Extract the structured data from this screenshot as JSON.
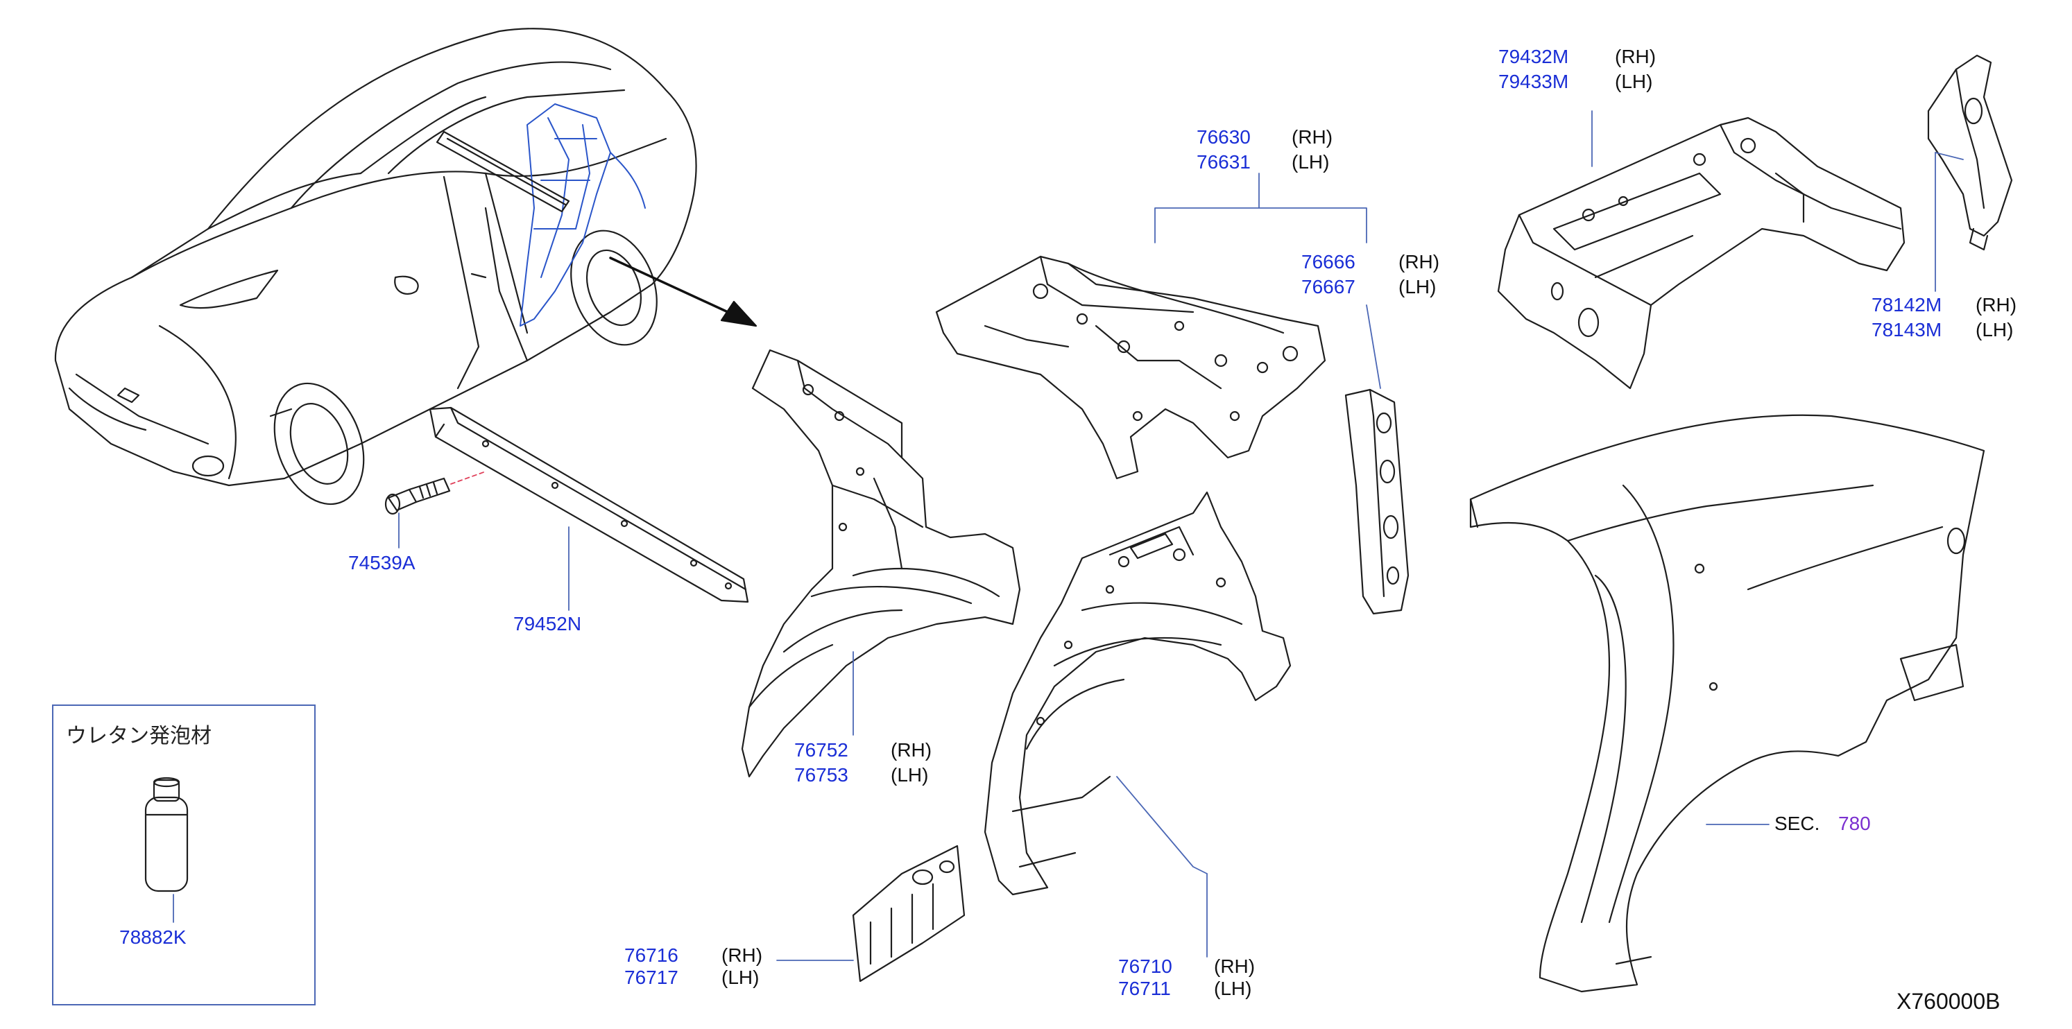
{
  "figure_id": "X760000B",
  "urethane_box": {
    "title": "ウレタン発泡材",
    "part_number": "78882K"
  },
  "labels": {
    "p74539A": "74539A",
    "p79452N": "79452N",
    "p76752": "76752",
    "p76752_side": "(RH)",
    "p76753": "76753",
    "p76753_side": "(LH)",
    "p76716": "76716",
    "p76716_side": "(RH)",
    "p76717": "76717",
    "p76717_side": "(LH)",
    "p76630": "76630",
    "p76630_side": "(RH)",
    "p76631": "76631",
    "p76631_side": "(LH)",
    "p76666": "76666",
    "p76666_side": "(RH)",
    "p76667": "76667",
    "p76667_side": "(LH)",
    "p76710": "76710",
    "p76710_side": "(RH)",
    "p76711": "76711",
    "p76711_side": "(LH)",
    "p79432M": "79432M",
    "p79432M_side": "(RH)",
    "p79433M": "79433M",
    "p79433M_side": "(LH)",
    "p78142M": "78142M",
    "p78142M_side": "(RH)",
    "p78143M": "78143M",
    "p78143M_side": "(LH)",
    "sec_prefix": "SEC.",
    "sec_number": "780"
  },
  "colors": {
    "part_number": "#1a2ed6",
    "section_ref": "#7a2fd0",
    "leader_line": "#4b67b5",
    "drawing_stroke": "#1e1e1e",
    "highlight": "#2a55c9"
  }
}
